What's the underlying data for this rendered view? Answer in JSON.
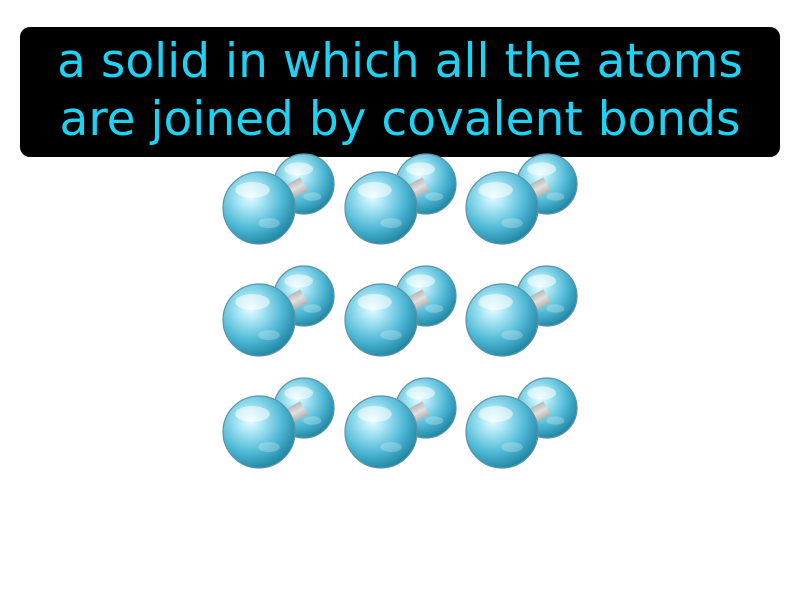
{
  "caption": {
    "line1": "a solid in which all the atoms",
    "line2": "are joined by covalent bonds"
  },
  "colors": {
    "background": "#ffffff",
    "caption_background": "#000000",
    "caption_text": "#1ed2f4",
    "atom": "#2aa2c2",
    "bond": "#9a9a9a"
  },
  "illustration": {
    "subject": "network-solid-lattice",
    "icon": "atom-sphere-icon",
    "grid": {
      "columns": 3,
      "rows": 3,
      "layers": 2
    }
  }
}
